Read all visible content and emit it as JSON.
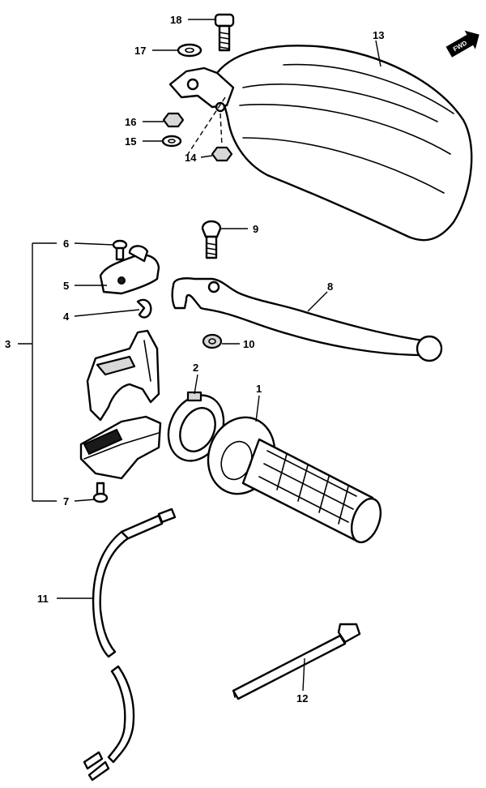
{
  "callouts": {
    "c1": "1",
    "c2": "2",
    "c3": "3",
    "c4": "4",
    "c5": "5",
    "c6": "6",
    "c7": "7",
    "c8": "8",
    "c9": "9",
    "c10": "10",
    "c11": "11",
    "c12": "12",
    "c13": "13",
    "c14": "14",
    "c15": "15",
    "c16": "16",
    "c17": "17",
    "c18": "18"
  },
  "fwd_label": "FWD"
}
